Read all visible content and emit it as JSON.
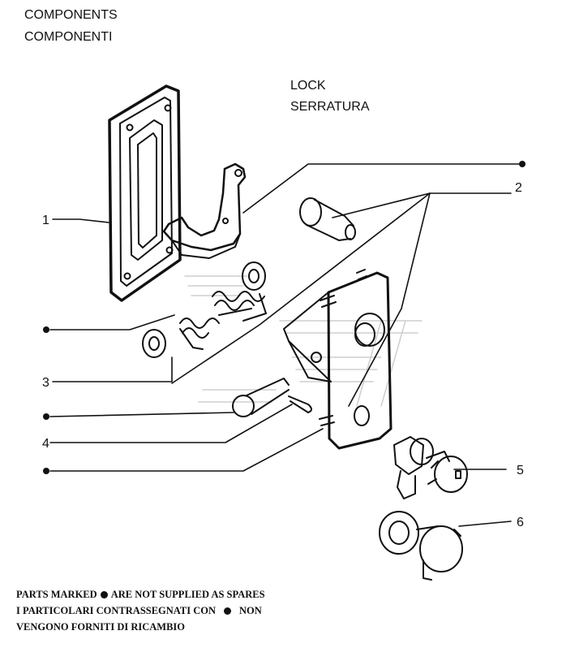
{
  "header": {
    "title_en": "COMPONENTS",
    "title_it": "COMPONENTI"
  },
  "section": {
    "label_en": "LOCK",
    "label_it": "SERRATURA"
  },
  "callouts": {
    "c1": "1",
    "c2": "2",
    "c3": "3",
    "c4": "4",
    "c5": "5",
    "c6": "6"
  },
  "notes": {
    "line1_before": "PARTS MARKED",
    "line1_after": "ARE NOT SUPPLIED AS SPARES",
    "line2_before": "I PARTICOLARI CONTRASSEGNATI CON",
    "line2_after": "NON",
    "line3": "VENGONO FORNITI DI RICAMBIO"
  }
}
